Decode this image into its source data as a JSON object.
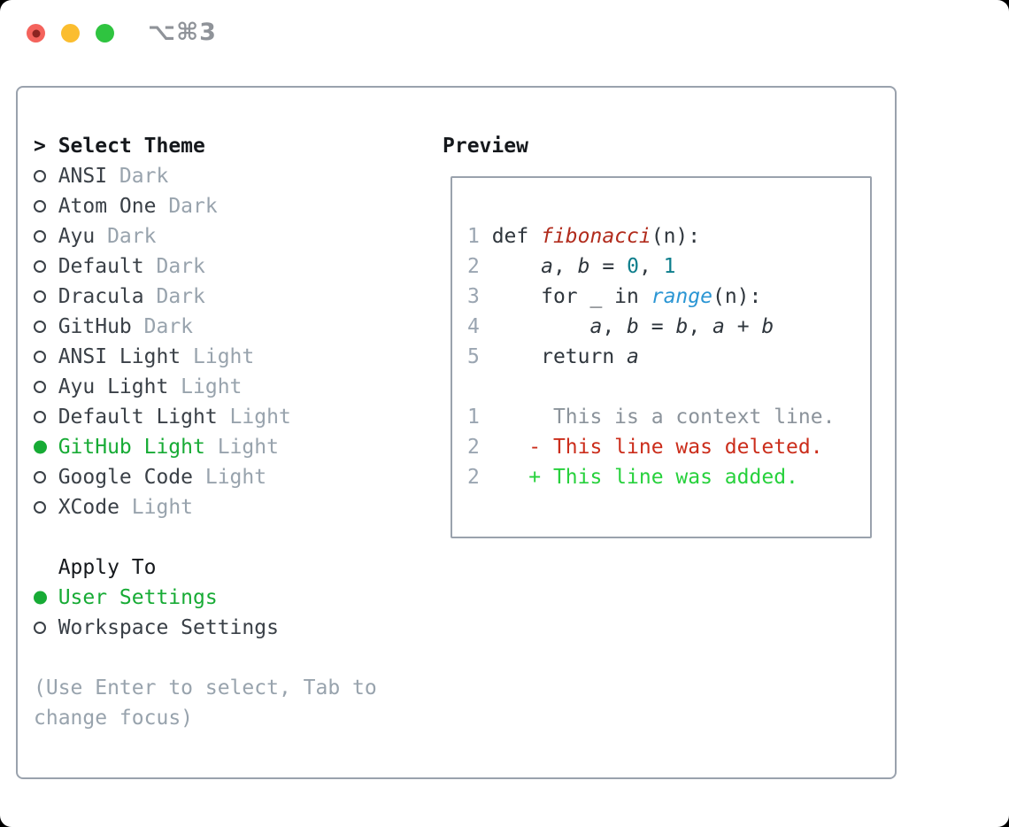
{
  "window": {
    "title": "⌥⌘3"
  },
  "theme_selector": {
    "prompt": ">",
    "header": "Select Theme",
    "items": [
      {
        "name": "ANSI",
        "variant": "Dark",
        "selected": false
      },
      {
        "name": "Atom One",
        "variant": "Dark",
        "selected": false
      },
      {
        "name": "Ayu",
        "variant": "Dark",
        "selected": false
      },
      {
        "name": "Default",
        "variant": "Dark",
        "selected": false
      },
      {
        "name": "Dracula",
        "variant": "Dark",
        "selected": false
      },
      {
        "name": "GitHub",
        "variant": "Dark",
        "selected": false
      },
      {
        "name": "ANSI Light",
        "variant": "Light",
        "selected": false
      },
      {
        "name": "Ayu Light",
        "variant": "Light",
        "selected": false
      },
      {
        "name": "Default Light",
        "variant": "Light",
        "selected": false
      },
      {
        "name": "GitHub Light",
        "variant": "Light",
        "selected": true
      },
      {
        "name": "Google Code",
        "variant": "Light",
        "selected": false
      },
      {
        "name": "XCode",
        "variant": "Light",
        "selected": false
      }
    ]
  },
  "apply_to": {
    "header": "Apply To",
    "options": [
      {
        "name": "User Settings",
        "selected": true
      },
      {
        "name": "Workspace Settings",
        "selected": false
      }
    ]
  },
  "hint": [
    "(Use Enter to select, Tab to",
    "change focus)"
  ],
  "preview": {
    "header": "Preview",
    "lines": [
      [
        {
          "t": "1",
          "s": "ln"
        },
        {
          "t": " def ",
          "s": "code"
        },
        {
          "t": "fibonacci",
          "s": "fn"
        },
        {
          "t": "(n):",
          "s": "code"
        }
      ],
      [
        {
          "t": "2",
          "s": "ln"
        },
        {
          "t": "     ",
          "s": "code"
        },
        {
          "t": "a",
          "s": "var"
        },
        {
          "t": ", ",
          "s": "code"
        },
        {
          "t": "b",
          "s": "var"
        },
        {
          "t": " = ",
          "s": "code"
        },
        {
          "t": "0",
          "s": "num"
        },
        {
          "t": ", ",
          "s": "code"
        },
        {
          "t": "1",
          "s": "num"
        }
      ],
      [
        {
          "t": "3",
          "s": "ln"
        },
        {
          "t": "     for _ in ",
          "s": "code"
        },
        {
          "t": "range",
          "s": "fnb"
        },
        {
          "t": "(n):",
          "s": "code"
        }
      ],
      [
        {
          "t": "4",
          "s": "ln"
        },
        {
          "t": "         ",
          "s": "code"
        },
        {
          "t": "a",
          "s": "var"
        },
        {
          "t": ", ",
          "s": "code"
        },
        {
          "t": "b",
          "s": "var"
        },
        {
          "t": " = ",
          "s": "code"
        },
        {
          "t": "b",
          "s": "var"
        },
        {
          "t": ", ",
          "s": "code"
        },
        {
          "t": "a",
          "s": "var"
        },
        {
          "t": " + ",
          "s": "code"
        },
        {
          "t": "b",
          "s": "var"
        }
      ],
      [
        {
          "t": "5",
          "s": "ln"
        },
        {
          "t": "     return ",
          "s": "code"
        },
        {
          "t": "a",
          "s": "var"
        }
      ],
      [],
      [
        {
          "t": "1",
          "s": "ln"
        },
        {
          "t": "      This is a context line.",
          "s": "ctx"
        }
      ],
      [
        {
          "t": "2",
          "s": "ln"
        },
        {
          "t": "    - This line was deleted.",
          "s": "del"
        }
      ],
      [
        {
          "t": "2",
          "s": "ln"
        },
        {
          "t": "    + This line was added.",
          "s": "add"
        }
      ]
    ]
  },
  "colors": {
    "green": "#17ab35",
    "ink": "#15181c",
    "item": "#3a4047",
    "muted": "#98a3ad",
    "border": "#9aa2ad",
    "title-gray": "#8f9399",
    "tl-red": "#f4635c",
    "tl-red-dot": "#8c2420",
    "tl-yellow": "#fbbd2f",
    "tl-green": "#2fc440",
    "c-ln": "#9aa5b1",
    "c-code": "#2f363d",
    "c-fn": "#b12b1c",
    "c-num": "#0d7e8c",
    "c-fnb": "#2b96d4",
    "c-ctx": "#8b939b",
    "c-del": "#cb2d1b",
    "c-add": "#27d13c"
  }
}
